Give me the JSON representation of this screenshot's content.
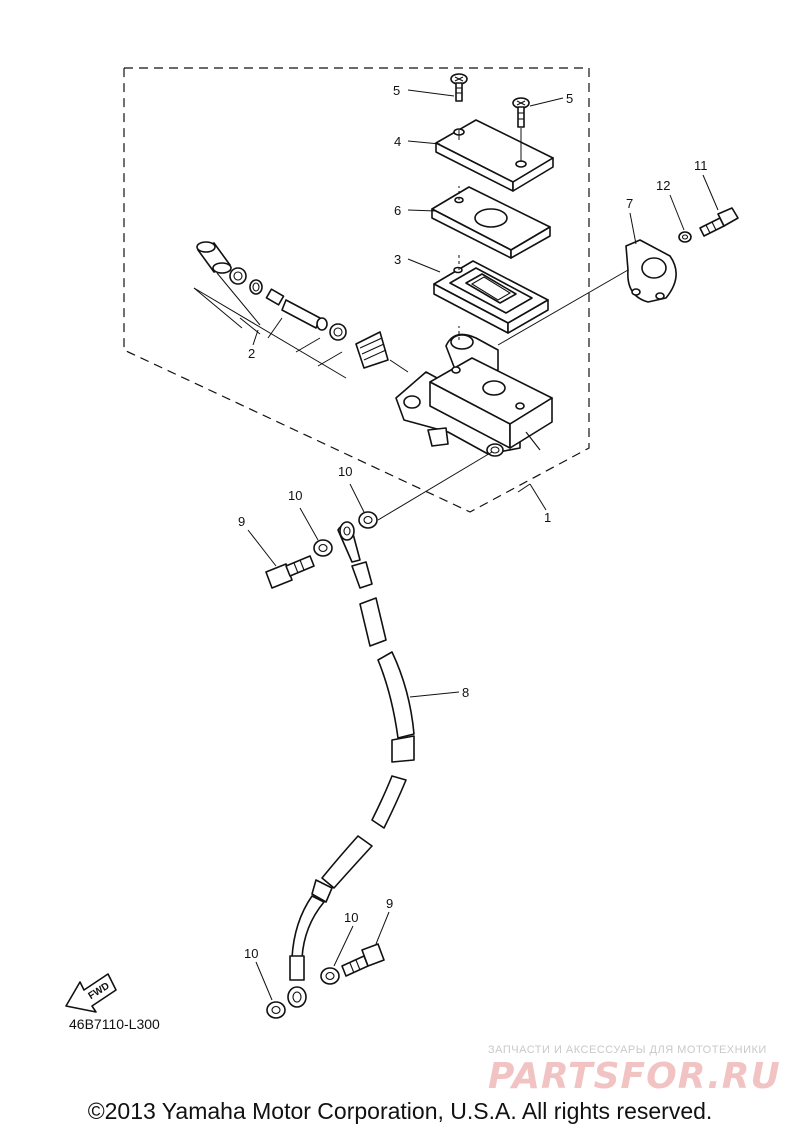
{
  "diagram": {
    "code": "46B7110-L300",
    "fwd_label": "FWD",
    "callouts": {
      "c1": "1",
      "c2": "2",
      "c3": "3",
      "c4": "4",
      "c5a": "5",
      "c5b": "5",
      "c6": "6",
      "c7": "7",
      "c8": "8",
      "c9a": "9",
      "c9b": "9",
      "c10a": "10",
      "c10b": "10",
      "c10c": "10",
      "c10d": "10",
      "c11": "11",
      "c12": "12"
    }
  },
  "footer": {
    "copyright": "©2013 Yamaha Motor Corporation, U.S.A. All rights reserved."
  },
  "watermark": {
    "tagline": "ЗАПЧАСТИ И АКСЕССУАРЫ ДЛЯ МОТОТЕХНИКИ",
    "logo": "PARTSFOR.RU"
  }
}
